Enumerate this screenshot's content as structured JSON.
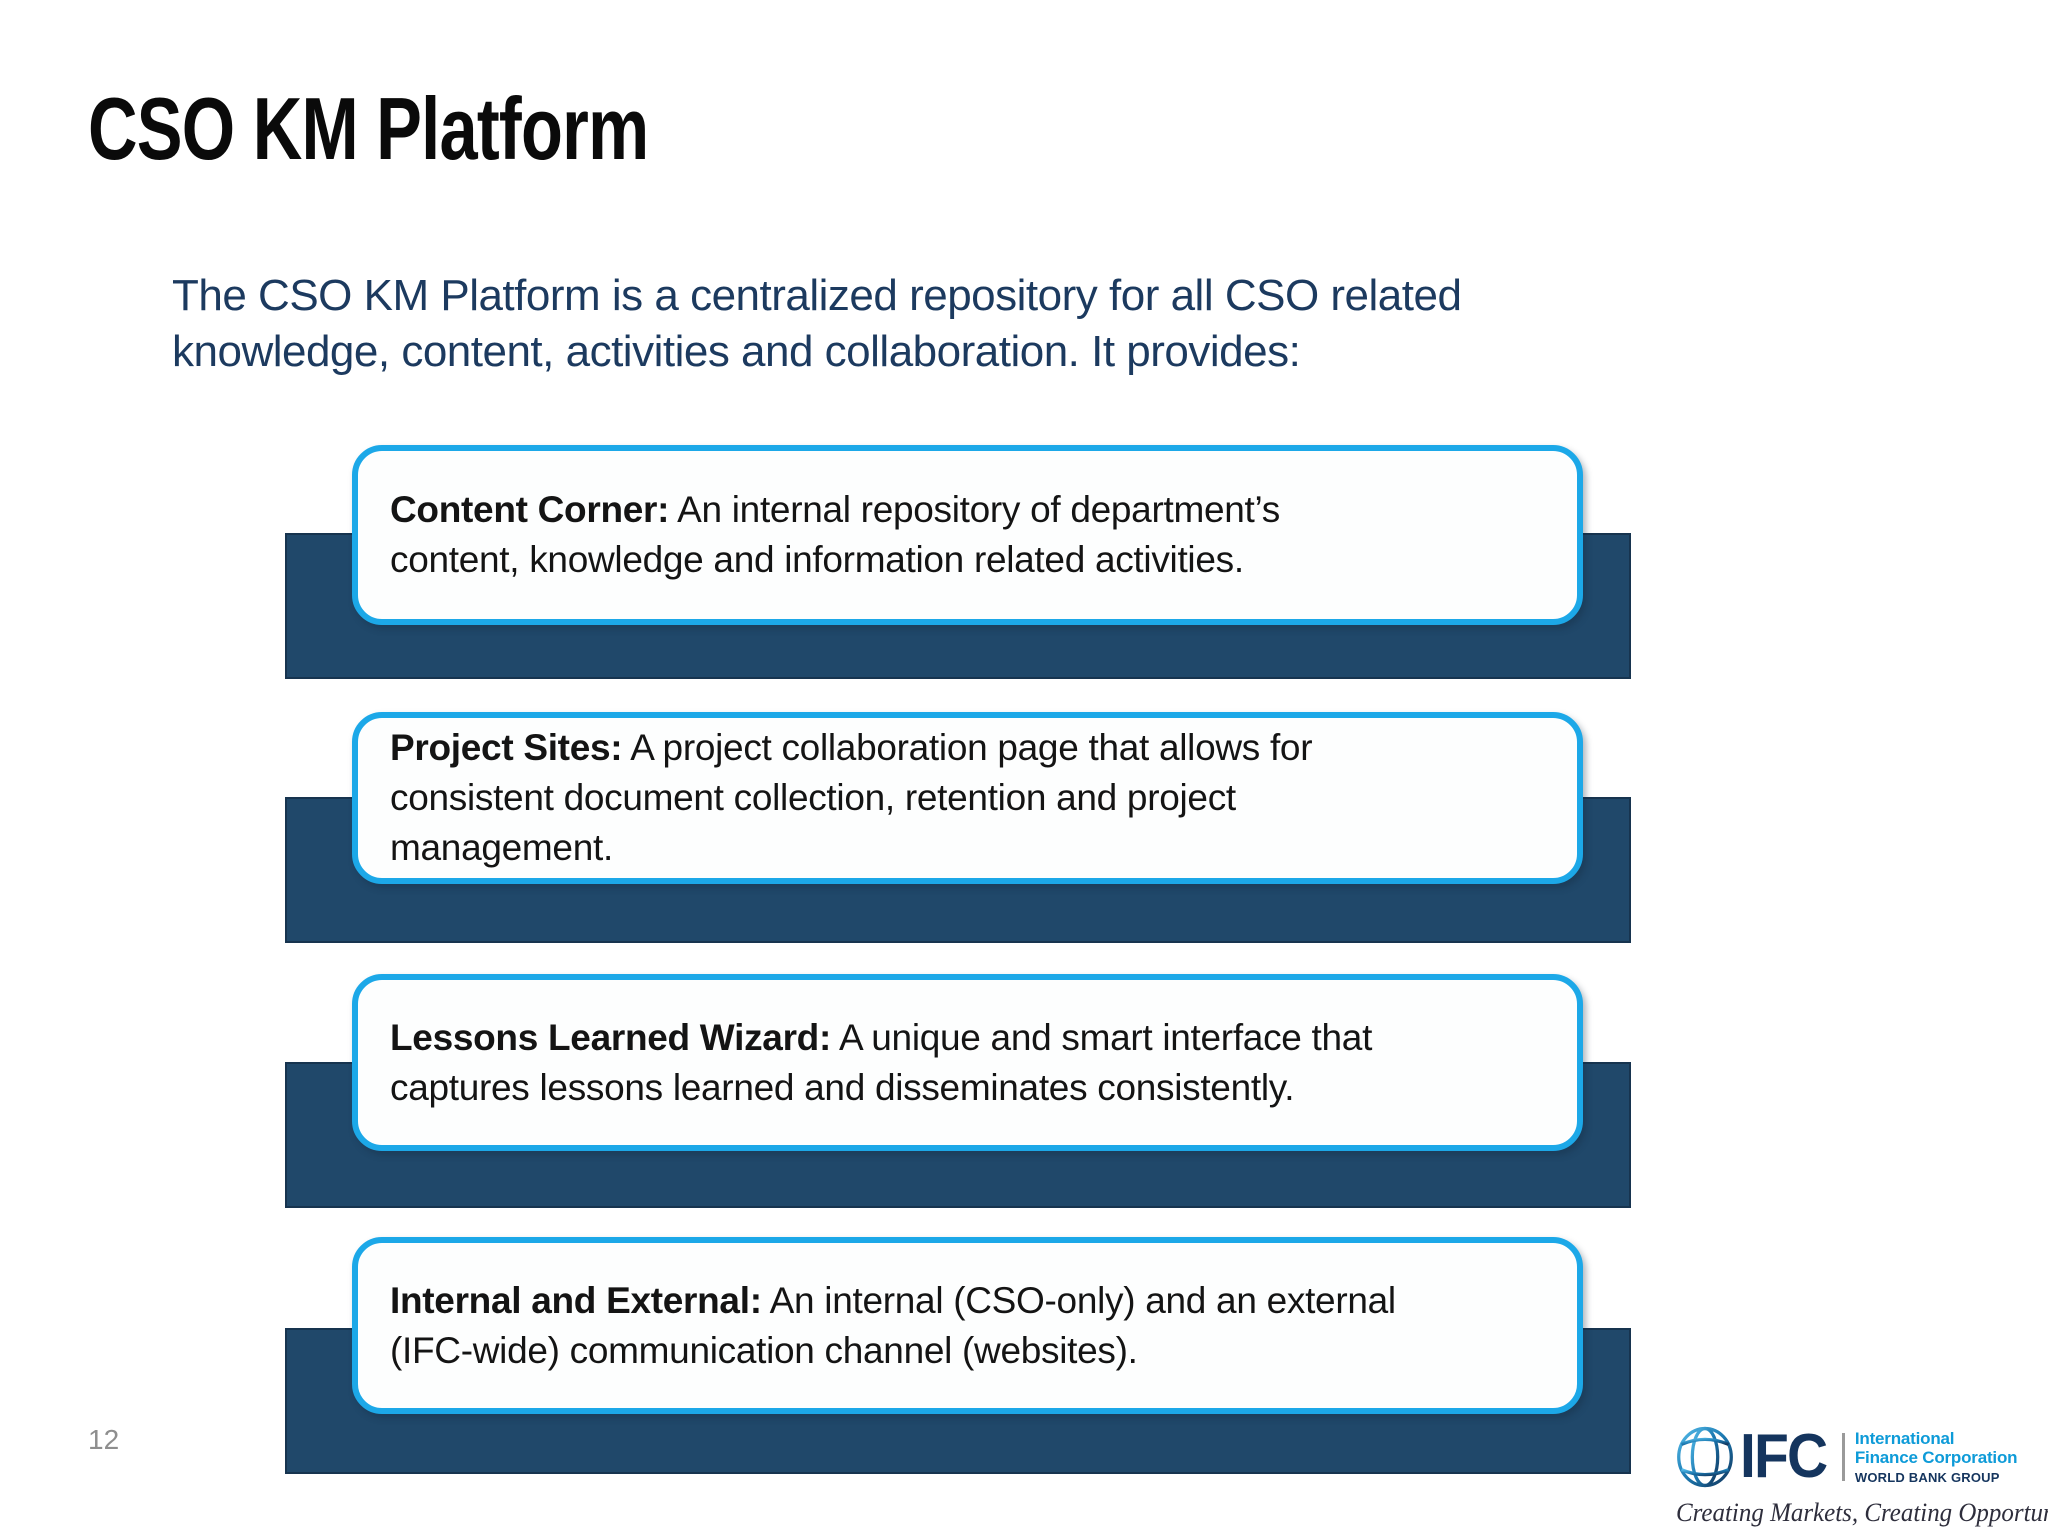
{
  "slide": {
    "title": "CSO KM Platform",
    "intro": "The CSO KM Platform is a centralized repository for all CSO related\nknowledge, content, activities and collaboration. It provides:",
    "page_number": "12"
  },
  "items": [
    {
      "title": "Content Corner:",
      "body": "An internal repository of department’s\ncontent, knowledge and information related activities."
    },
    {
      "title": "Project Sites:",
      "body": "A project collaboration page that allows for\nconsistent document collection, retention and project\nmanagement."
    },
    {
      "title": "Lessons Learned Wizard:",
      "body": "A unique and smart interface that\ncaptures lessons learned and disseminates consistently."
    },
    {
      "title": "Internal and External:",
      "body": "An internal (CSO-only) and an external\n(IFC-wide) communication channel (websites)."
    }
  ],
  "logo": {
    "acronym": "IFC",
    "org_line1": "International",
    "org_line2": "Finance Corporation",
    "org_line3": "WORLD BANK GROUP",
    "tagline": "Creating Markets, Creating Opportunities"
  },
  "colors": {
    "accent_cyan": "#1CA8E8",
    "bar_navy": "#20486A",
    "intro_navy": "#1C3A5F",
    "ifc_blue": "#0E9BD8",
    "ifc_navy": "#15355E",
    "title_black": "#0a0a0a",
    "page_number_gray": "#8E8E8E"
  }
}
